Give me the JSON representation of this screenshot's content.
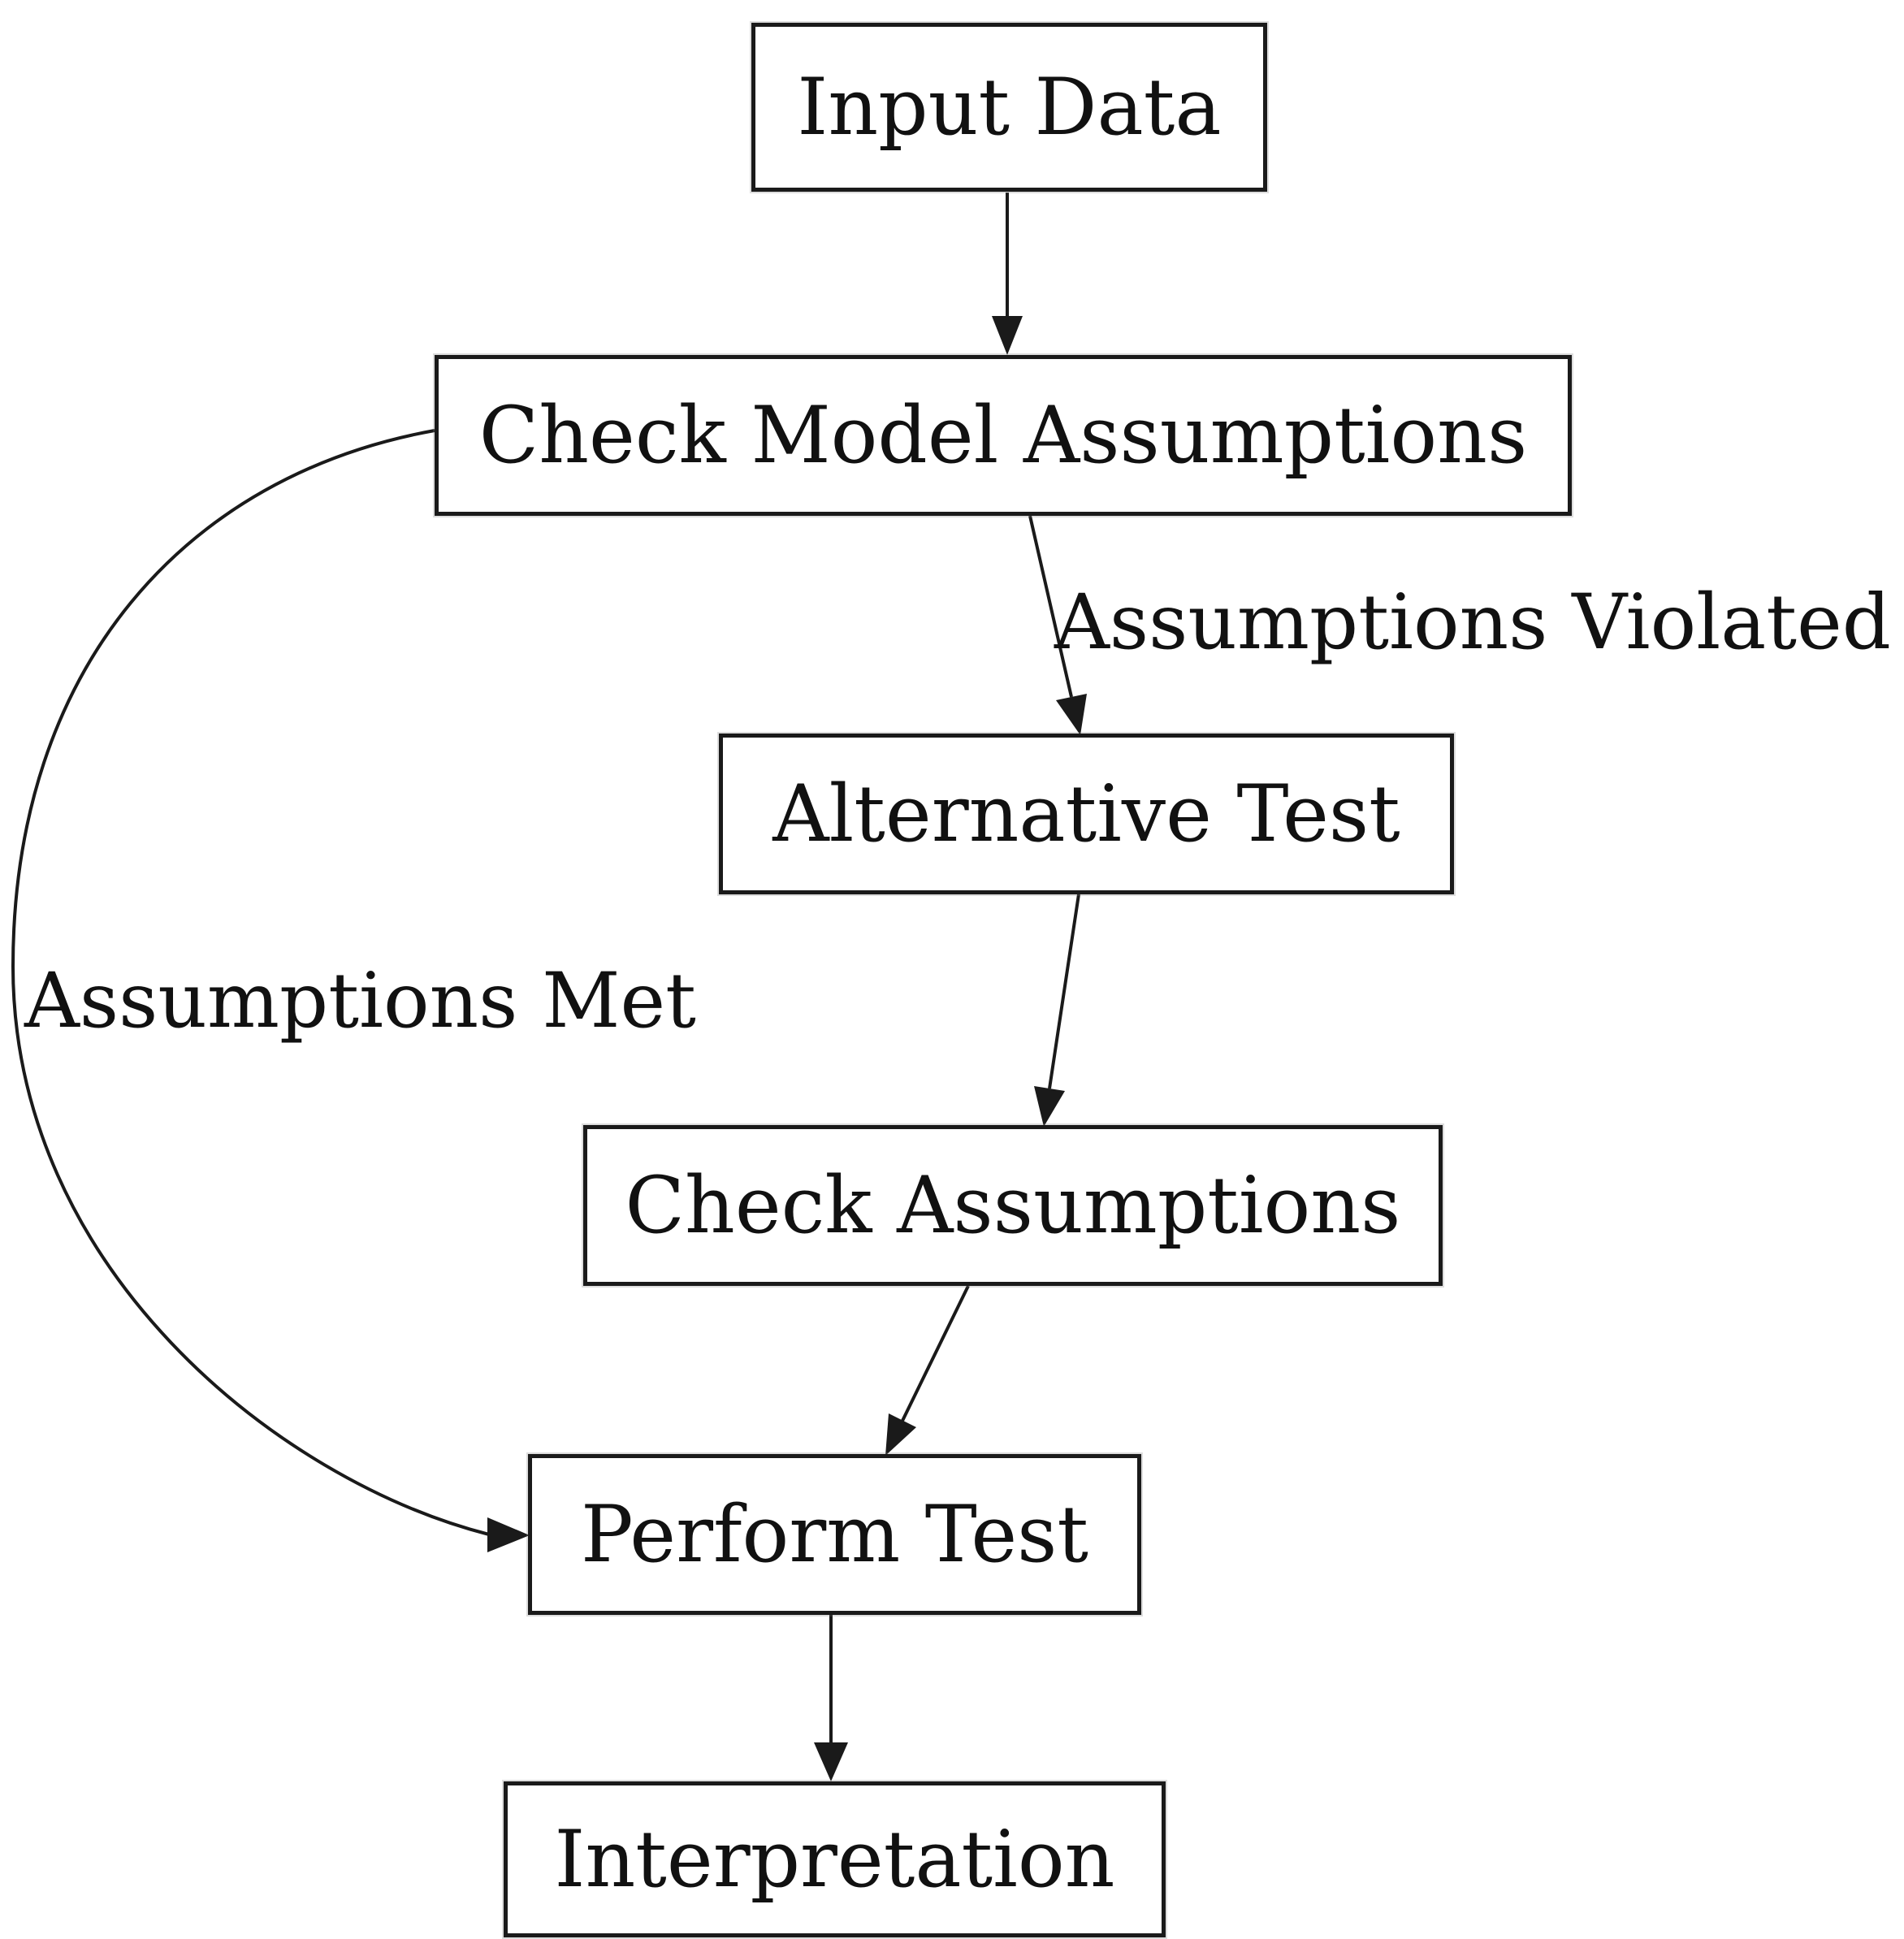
{
  "diagram": {
    "background_color": "#ffffff",
    "box_fill_color": "#ffffff",
    "box_border_color": "#1a1a1a",
    "line_color": "#1a1a1a",
    "text_color": "#111111",
    "nodes": [
      {
        "id": "input-data",
        "label": "Input Data"
      },
      {
        "id": "check-model-assumptions",
        "label": "Check Model Assumptions"
      },
      {
        "id": "alternative-test",
        "label": "Alternative Test"
      },
      {
        "id": "check-assumptions",
        "label": "Check Assumptions"
      },
      {
        "id": "perform-test",
        "label": "Perform Test"
      },
      {
        "id": "interpretation",
        "label": "Interpretation"
      }
    ],
    "edges": [
      {
        "from": "input-data",
        "to": "check-model-assumptions",
        "label": ""
      },
      {
        "from": "check-model-assumptions",
        "to": "alternative-test",
        "label": "Assumptions Violated"
      },
      {
        "from": "alternative-test",
        "to": "check-assumptions",
        "label": ""
      },
      {
        "from": "check-assumptions",
        "to": "perform-test",
        "label": ""
      },
      {
        "from": "check-model-assumptions",
        "to": "perform-test",
        "label": "Assumptions Met"
      },
      {
        "from": "perform-test",
        "to": "interpretation",
        "label": ""
      }
    ]
  }
}
